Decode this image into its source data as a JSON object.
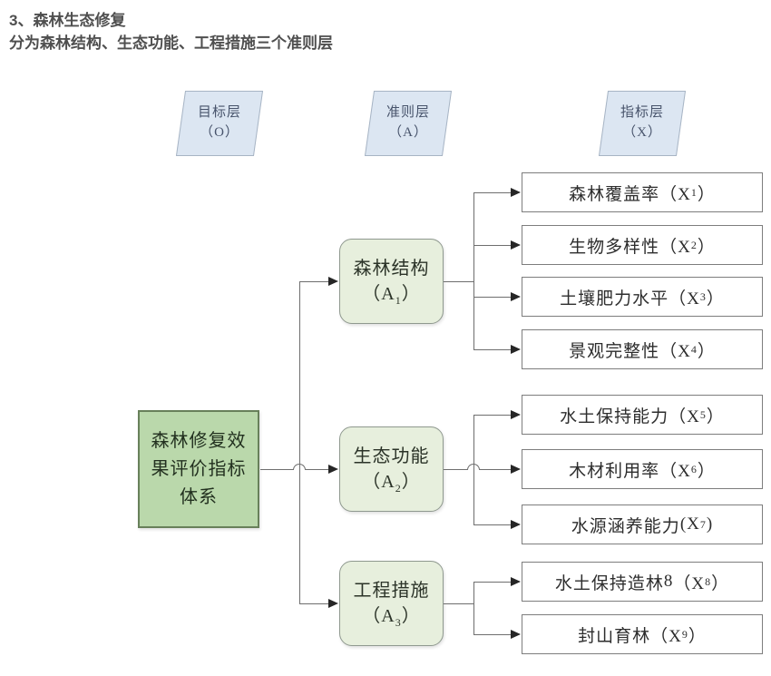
{
  "page": {
    "title": "3、森林生态修复",
    "subtitle": "分为森林结构、生态功能、工程措施三个准则层"
  },
  "layers": [
    {
      "label": "目标层",
      "code": "（O）"
    },
    {
      "label": "准则层",
      "code": "（A）"
    },
    {
      "label": "指标层",
      "code": "（X）"
    }
  ],
  "goal": {
    "label": "森林修复效\n果评价指标\n体系"
  },
  "criteria": [
    {
      "title": "森林结构",
      "code_pre": "（A",
      "code_sub": "1",
      "code_post": "）"
    },
    {
      "title": "生态功能",
      "code_pre": "（A",
      "code_sub": "2",
      "code_post": "）"
    },
    {
      "title": "工程措施",
      "code_pre": "（A",
      "code_sub": "3",
      "code_post": "）"
    }
  ],
  "indicators": [
    {
      "label": "森林覆盖率",
      "pre": "（X",
      "sub": "1",
      "post": "）"
    },
    {
      "label": "生物多样性",
      "pre": "（X",
      "sub": "2",
      "post": "）"
    },
    {
      "label": "土壤肥力水平",
      "pre": "（X",
      "sub": "3",
      "post": "）"
    },
    {
      "label": "景观完整性",
      "pre": "（X",
      "sub": "4",
      "post": "）"
    },
    {
      "label": "水土保持能力",
      "pre": "（X",
      "sub": "5",
      "post": "）"
    },
    {
      "label": "木材利用率",
      "pre": "（X",
      "sub": "6",
      "post": "）"
    },
    {
      "label": "水源涵养能力",
      "pre": "(X",
      "sub": "7",
      "post": ")"
    },
    {
      "label": "水土保持造林",
      "pre": "（X",
      "sub": "8",
      "post": "）"
    },
    {
      "label": "封山育林",
      "pre": "（X",
      "sub": "9",
      "post": "）"
    }
  ],
  "colors": {
    "layer_header_fill": "#dce6f2",
    "layer_header_border": "#a7b4c4",
    "goal_fill": "#bad8ab",
    "goal_border": "#68805a",
    "criteria_fill": "#e7efdd",
    "criteria_border": "#8f998f",
    "indicator_fill": "#ffffff",
    "indicator_border": "#7d7d7d",
    "connector": "#6e6e6e",
    "arrowhead": "#262626",
    "heading_text": "#4f4f4f"
  }
}
